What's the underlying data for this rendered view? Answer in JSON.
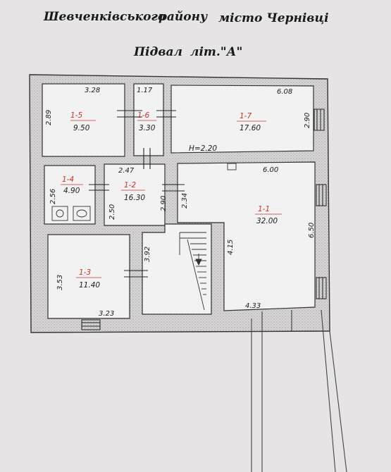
{
  "header": {
    "district": "Шевченківського",
    "district_word": "району",
    "city": "місто Чернівці",
    "floor": "Підвал",
    "letter": "літ.\"А\""
  },
  "height_mark": "H=2.20",
  "rooms": [
    {
      "id": "1-1",
      "area": "32.00"
    },
    {
      "id": "1-2",
      "area": "16.30"
    },
    {
      "id": "1-3",
      "area": "11.40"
    },
    {
      "id": "1-4",
      "area": "4.90"
    },
    {
      "id": "1-5",
      "area": "9.50"
    },
    {
      "id": "1-6",
      "area": "3.30"
    },
    {
      "id": "1-7",
      "area": "17.60"
    }
  ],
  "dims": {
    "r5_w": "3.28",
    "r5_h": "2.89",
    "r6_w": "1.17",
    "r7_w": "6.08",
    "r7_h": "2.90",
    "r1_top": "6.00",
    "r1_right": "6.50",
    "r1_left": "4.15",
    "r1_bottom": "4.33",
    "r2_top": "2.47",
    "r2_left": "2.50",
    "r2_mid": "2.90",
    "r2_right": "2.34",
    "r2_low": "3.92",
    "r4_h": "2.56",
    "r3_left": "3.53",
    "r3_bottom": "3.23"
  }
}
